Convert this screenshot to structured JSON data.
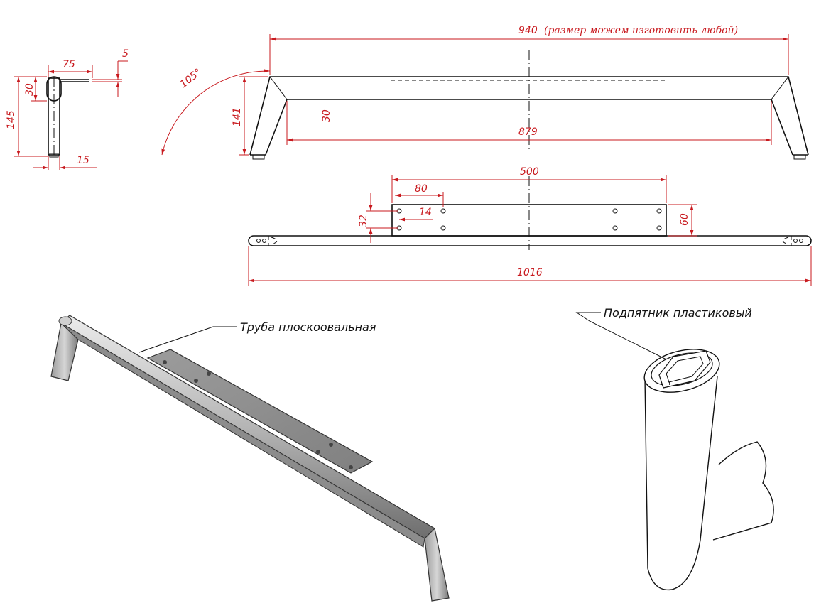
{
  "dimensions": {
    "d75": "75",
    "d5": "5",
    "d30_side": "30",
    "d145": "145",
    "d15": "15",
    "angle": "105°",
    "d141": "141",
    "d940": "940",
    "d940_note": "(размер можем изготовить любой)",
    "d30_front": "30",
    "d879": "879",
    "d500": "500",
    "d80": "80",
    "d14": "14",
    "d32": "32",
    "d60": "60",
    "d1016": "1016"
  },
  "callouts": {
    "tube": "Труба плоскоовальная",
    "foot": "Подпятник пластиковый"
  },
  "colors": {
    "dimension": "#c8191e",
    "outline": "#111111",
    "steel_light": "#d8d8d8",
    "steel_mid": "#a9a9a9",
    "steel_dark": "#6e6e6e"
  }
}
